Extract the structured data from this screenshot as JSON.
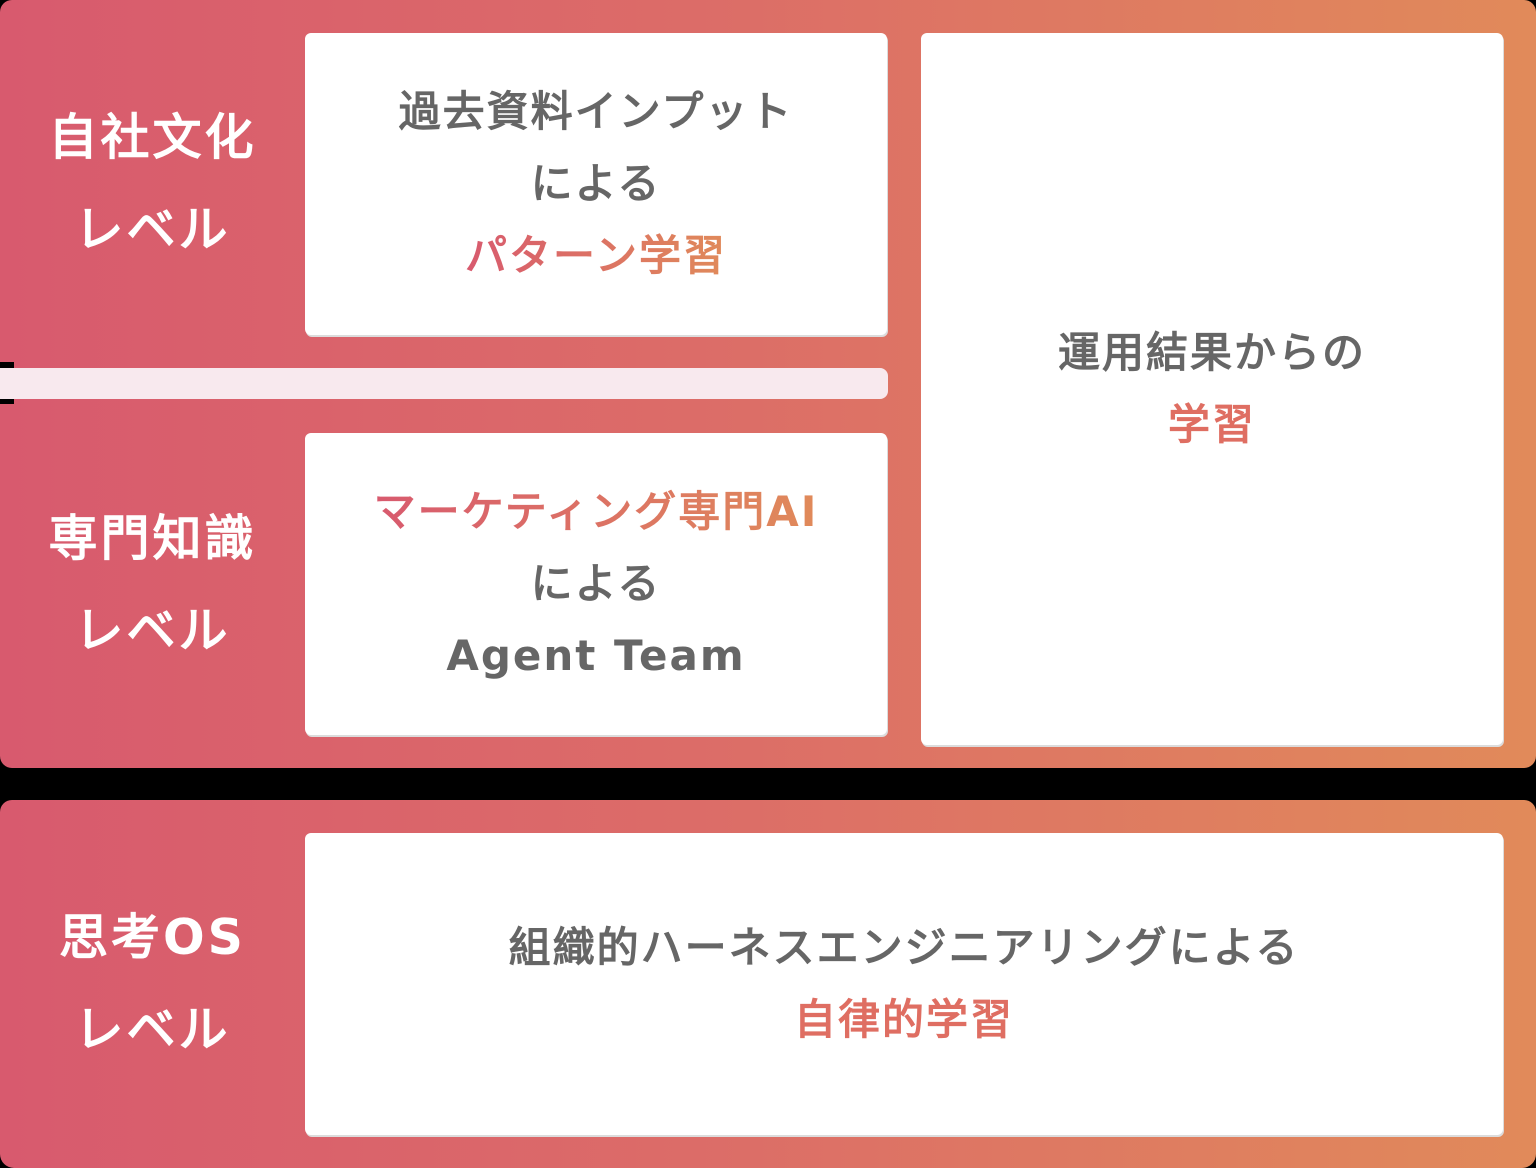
{
  "colors": {
    "gradient_start": "#D85A6E",
    "gradient_end": "#E18A5A",
    "separator": "#F8E9EE",
    "box_text": "#666666",
    "label_text": "#FFFFFF",
    "background": "#000000"
  },
  "levels": [
    {
      "label_line1": "自社文化",
      "label_line2": "レベル",
      "box": {
        "line1": "過去資料インプット",
        "line2": "による",
        "highlight": "パターン学習"
      }
    },
    {
      "label_line1": "専門知識",
      "label_line2": "レベル",
      "box": {
        "highlight": "マーケティング専門AI",
        "line2": "による",
        "line3": "Agent Team"
      }
    },
    {
      "label_line1": "思考OS",
      "label_line2": "レベル",
      "box": {
        "line1": "組織的ハーネスエンジニアリングによる",
        "highlight": "自律的学習"
      }
    }
  ],
  "side_box": {
    "line1": "運用結果からの",
    "highlight": "学習"
  }
}
